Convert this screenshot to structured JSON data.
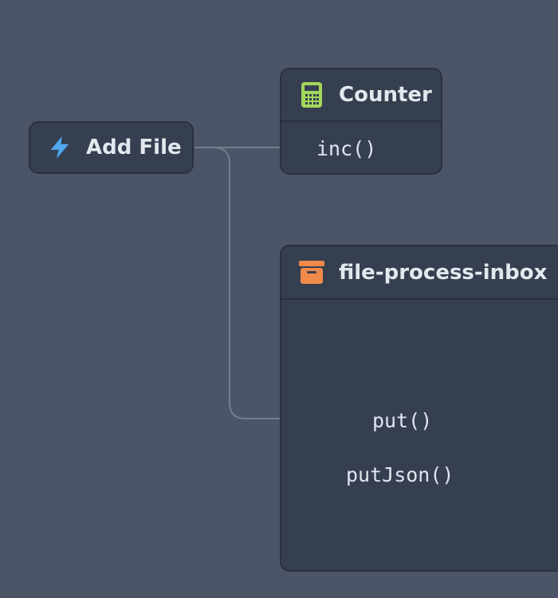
{
  "nodes": {
    "add_file": {
      "title": "Add File",
      "icon": "lightning-bolt-icon",
      "icon_color": "#4ea8f0"
    },
    "counter": {
      "title": "Counter",
      "icon": "calculator-icon",
      "icon_color": "#a3d65c",
      "methods": [
        "inc()"
      ]
    },
    "inbox": {
      "title": "file-process-inbox",
      "icon": "archive-box-icon",
      "icon_color": "#f08a4b",
      "methods": [
        "put()",
        "putJson()"
      ]
    }
  },
  "colors": {
    "background": "#4b5567",
    "node_fill": "#363f4f",
    "node_border": "#2a313d",
    "edge": "#737d8d",
    "text": "#e3e8ef"
  }
}
